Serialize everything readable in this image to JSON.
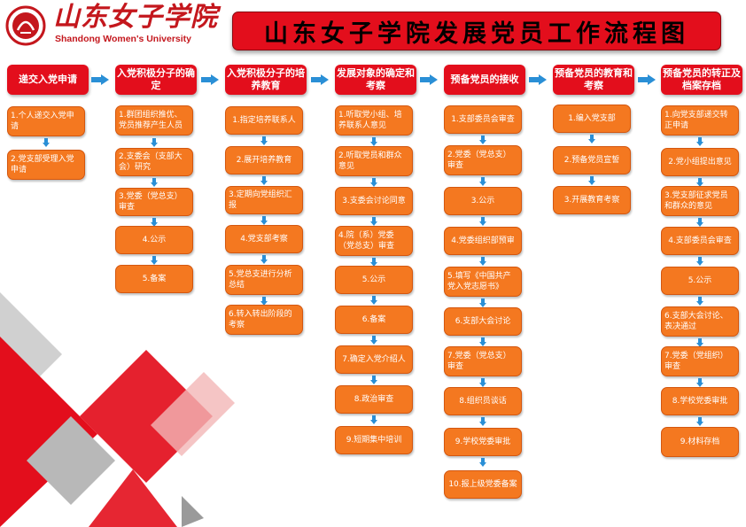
{
  "logo": {
    "cn": "山东女子学院",
    "en": "Shandong Women's University"
  },
  "title": "山东女子学院发展党员工作流程图",
  "colors": {
    "header_red": "#e30e1c",
    "box_orange": "#f47820",
    "arrow_blue": "#2a8fd6"
  },
  "stages": [
    {
      "header": "递交入党申请",
      "steps": [
        "1.个人递交入党申请",
        "2.党支部受理入党申请"
      ]
    },
    {
      "header": "入党积极分子的确定",
      "steps": [
        "1.群团组织推优、党员推荐产生人员",
        "2.支委会（支部大会）研究",
        "3.党委（党总支）审查",
        "4.公示",
        "5.备案"
      ]
    },
    {
      "header": "入党积极分子的培养教育",
      "steps": [
        "1.指定培养联系人",
        "2.展开培养教育",
        "3.定期向党组织汇报",
        "4.党支部考察",
        "5.党总支进行分析总结",
        "6.转入转出阶段的考察"
      ]
    },
    {
      "header": "发展对象的确定和考察",
      "steps": [
        "1.听取党小组、培养联系人意见",
        "2.听取党员和群众意见",
        "3.支委会讨论同意",
        "4.院（系）党委（党总支）审查",
        "5.公示",
        "6.备案",
        "7.确定入党介绍人",
        "8.政治审查",
        "9.短期集中培训"
      ]
    },
    {
      "header": "预备党员的接收",
      "steps": [
        "1.支部委员会审查",
        "2.党委（党总支）审查",
        "3.公示",
        "4.党委组织部预审",
        "5.填写《中国共产党入党志愿书》",
        "6.支部大会讨论",
        "7.党委（党总支）审查",
        "8.组织员谈话",
        "9.学校党委审批",
        "10.报上级党委备案"
      ]
    },
    {
      "header": "预备党员的教育和考察",
      "steps": [
        "1.编入党支部",
        "2.预备党员宣誓",
        "3.开展教育考察"
      ]
    },
    {
      "header": "预备党员的转正及档案存档",
      "steps": [
        "1.向党支部递交转正申请",
        "2.党小组提出意见",
        "3.党支部征求党员和群众的意见",
        "4.支部委员会审查",
        "5.公示",
        "6.支部大会讨论、表决通过",
        "7.党委（党组织）审查",
        "8.学校党委审批",
        "9.材料存档"
      ]
    }
  ]
}
